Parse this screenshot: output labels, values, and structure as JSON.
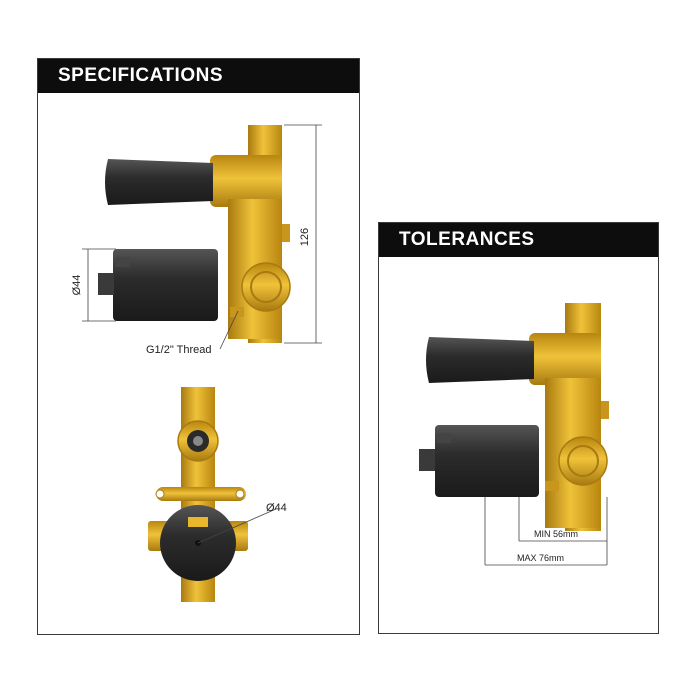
{
  "specifications": {
    "title": "SPECIFICATIONS",
    "dim_height": "126",
    "dim_body_diameter": "Ø44",
    "thread_label": "G1/2\" Thread",
    "dim_front_diameter": "Ø44"
  },
  "tolerances": {
    "title": "TOLERANCES",
    "min_label": "MIN 56mm",
    "max_label": "MAX 76mm"
  },
  "colors": {
    "brass": "#d9a521",
    "brass_dark": "#a87a10",
    "body_dark": "#2e2e2e",
    "header_bg": "#0d0d0d"
  }
}
